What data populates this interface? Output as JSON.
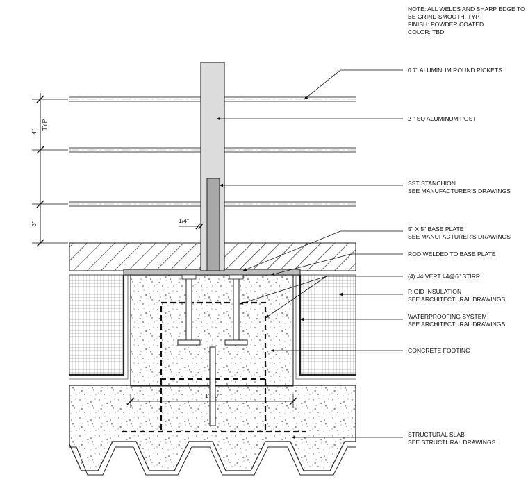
{
  "note": {
    "lines": [
      "NOTE: ALL WELDS AND SHARP EDGE TO",
      "BE GRIND SMOOTH, TYP",
      "FINISH: POWDER COATED",
      "COLOR: TBD"
    ]
  },
  "callouts": {
    "pickets": [
      "0.7\" ALUMINUM ROUND PICKETS"
    ],
    "post": [
      "2 \" SQ ALUMINUM POST"
    ],
    "stanchion": [
      "SST STANCHION",
      "SEE MANUFACTURER'S DRAWINGS"
    ],
    "base_plate": [
      "5\" X 5\" BASE PLATE",
      "SEE MANUFACTURER'S DRAWINGS"
    ],
    "rod_welded": [
      "ROD WELDED TO BASE PLATE"
    ],
    "rebar": [
      "(4) #4 VERT #4@6\" STIRR"
    ],
    "insulation": [
      "RIGID INSULATION",
      "SEE ARCHITECTURAL DRAWINGS"
    ],
    "waterproofing": [
      "WATERPROOFING SYSTEM",
      "SEE ARCHITECTURAL DRAWINGS"
    ],
    "footing": [
      "CONCRETE FOOTING"
    ],
    "slab": [
      "STRUCTURAL SLAB",
      "SEE STRUCTURAL DRAWINGS"
    ]
  },
  "dimensions": {
    "picket_spacing": "4\"",
    "typ": "TYP",
    "bottom_clearance": "3\"",
    "gap": "1/4\"",
    "footing_width": "1' - 0\""
  }
}
